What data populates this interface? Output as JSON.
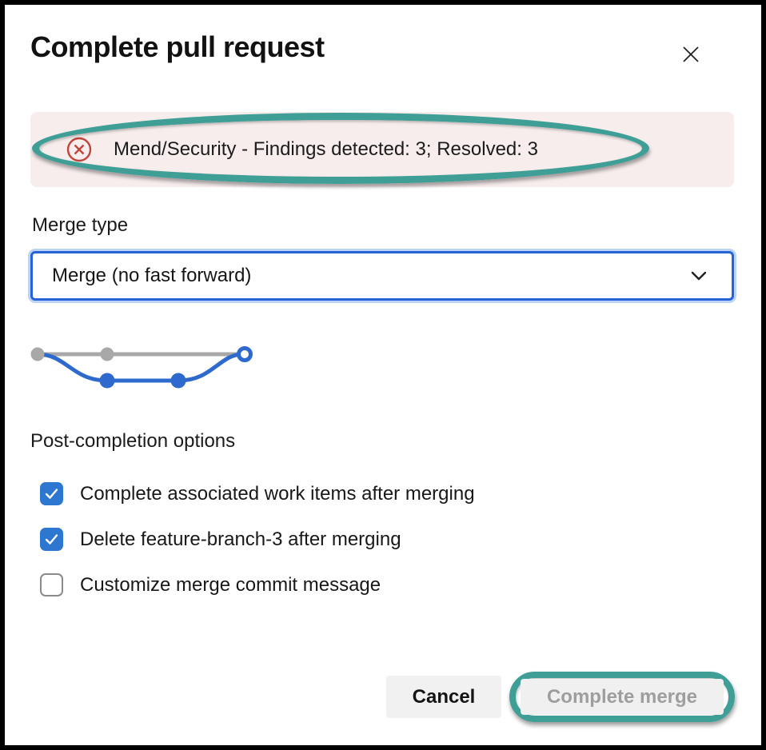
{
  "dialog": {
    "title": "Complete pull request",
    "close_icon": "close-x"
  },
  "alert": {
    "severity": "error",
    "icon": "circle-x-error",
    "text": "Mend/Security - Findings detected: 3; Resolved: 3",
    "background_color": "#f7eded",
    "icon_color": "#c0453c"
  },
  "merge_type": {
    "label": "Merge type",
    "selected_option": "Merge (no fast forward)",
    "dropdown_icon": "chevron-down",
    "focus_border_color": "#2563d6"
  },
  "merge_diagram": {
    "description": "git graph showing a no-fast-forward merge: gray mainline with two commits, blue feature branch with two commits merging back into an open merge commit",
    "mainline_color": "#a8a8a8",
    "branch_color": "#2e6ace"
  },
  "post_completion": {
    "heading": "Post-completion options",
    "options": [
      {
        "label": "Complete associated work items after merging",
        "checked": true
      },
      {
        "label": "Delete feature-branch-3 after merging",
        "checked": true
      },
      {
        "label": "Customize merge commit message",
        "checked": false
      }
    ],
    "checkbox_checked_color": "#2e77d0"
  },
  "footer": {
    "cancel_label": "Cancel",
    "complete_label": "Complete merge",
    "complete_disabled": true
  },
  "annotations": {
    "highlight_color": "#3f9e95",
    "highlighted_items": [
      "alert-banner",
      "complete-merge-button"
    ]
  }
}
